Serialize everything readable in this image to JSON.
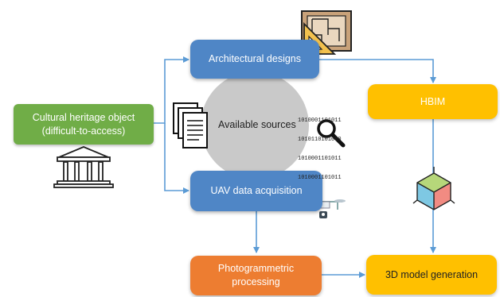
{
  "nodes": {
    "heritage": {
      "line1": "Cultural heritage object",
      "line2": "(difficult-to-access)"
    },
    "arch": {
      "label": "Architectural designs"
    },
    "sources": {
      "label": "Available sources"
    },
    "uav": {
      "label": "UAV data acquisition"
    },
    "hbim": {
      "label": "HBIM"
    },
    "photo": {
      "line1": "Photogrammetric",
      "line2": "processing"
    },
    "model3d": {
      "label": "3D model generation"
    }
  },
  "binary_text": [
    "1010001101011",
    "1010110101000",
    "1010001101011",
    "1010001101011"
  ],
  "colors": {
    "green": "#70ad47",
    "blue": "#4f86c6",
    "orange": "#ed7d31",
    "yellow": "#ffc000",
    "arrow": "#5b9bd5",
    "circle": "#c9c9c9"
  },
  "icons": [
    "blueprint-icon",
    "documents-icon",
    "magnifier-icon",
    "temple-icon",
    "drone-icon",
    "cube-icon"
  ]
}
